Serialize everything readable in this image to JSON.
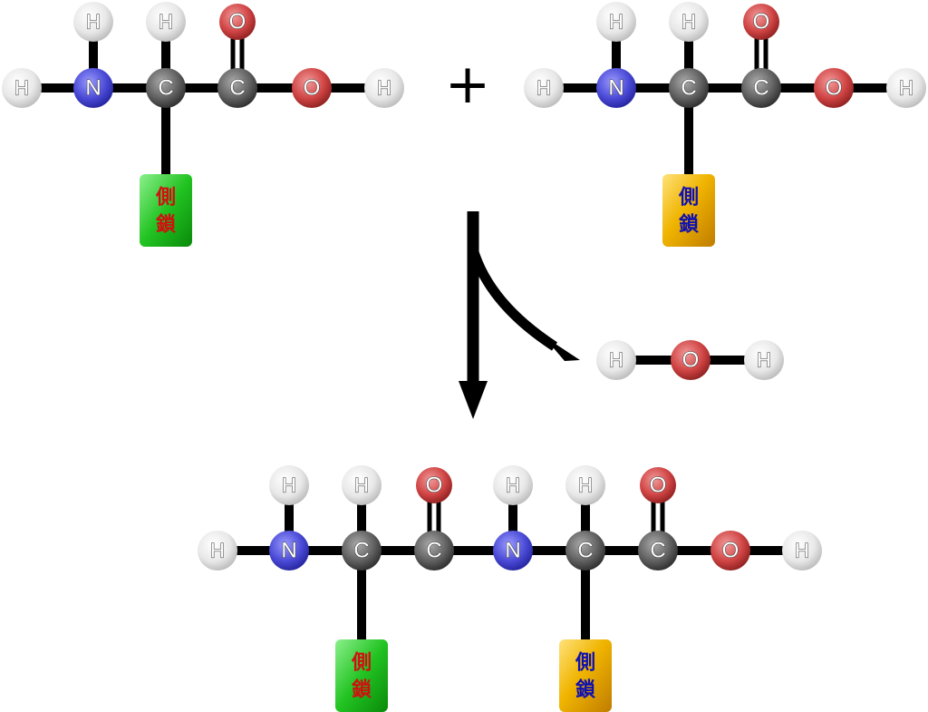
{
  "labels": {
    "H": "H",
    "N": "N",
    "C": "C",
    "O": "O",
    "plus": "+",
    "side_chain_line1": "側",
    "side_chain_line2": "鎖"
  },
  "colors": {
    "hydrogen": "#e6e6e6",
    "nitrogen": "#4a4ad6",
    "carbon": "#606060",
    "oxygen": "#d04444",
    "side_chain_green": "#22c322",
    "side_chain_gold": "#f0b400",
    "side_chain_text_red": "#d01010",
    "side_chain_text_blue": "#1010b0"
  },
  "molecules": [
    {
      "role": "reactant-amino-acid-1",
      "side_chain_color": "green"
    },
    {
      "role": "reactant-amino-acid-2",
      "side_chain_color": "gold"
    },
    {
      "role": "water"
    },
    {
      "role": "dipeptide-product",
      "side_chain_colors": [
        "green",
        "gold"
      ]
    }
  ]
}
